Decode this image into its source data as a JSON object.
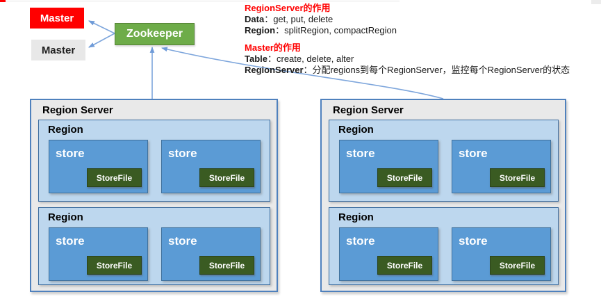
{
  "zookeeper": {
    "label": "Zookeeper"
  },
  "masters": [
    {
      "label": "Master",
      "variant": "active-red"
    },
    {
      "label": "Master",
      "variant": "backup-gray"
    }
  ],
  "notes": [
    {
      "title": "RegionServer的作用",
      "lines": [
        {
          "term": "Data",
          "desc": "：get, put, delete"
        },
        {
          "term": "Region",
          "desc": "：splitRegion, compactRegion"
        }
      ]
    },
    {
      "title": "Master的作用",
      "lines": [
        {
          "term": "Table",
          "desc": "：create, delete, alter"
        },
        {
          "term": "RegionServer",
          "desc": "：分配regions到每个RegionServer，监控每个RegionServer的状态"
        }
      ]
    }
  ],
  "servers": [
    {
      "label": "Region Server",
      "regions": [
        {
          "label": "Region",
          "stores": [
            {
              "label": "store",
              "file": "StoreFile"
            },
            {
              "label": "store",
              "file": "StoreFile"
            }
          ]
        },
        {
          "label": "Region",
          "stores": [
            {
              "label": "store",
              "file": "StoreFile"
            },
            {
              "label": "store",
              "file": "StoreFile"
            }
          ]
        }
      ]
    },
    {
      "label": "Region Server",
      "regions": [
        {
          "label": "Region",
          "stores": [
            {
              "label": "store",
              "file": "StoreFile"
            },
            {
              "label": "store",
              "file": "StoreFile"
            }
          ]
        },
        {
          "label": "Region",
          "stores": [
            {
              "label": "store",
              "file": "StoreFile"
            },
            {
              "label": "store",
              "file": "StoreFile"
            }
          ]
        }
      ]
    }
  ],
  "colors": {
    "master_active_bg": "#FF0000",
    "master_active_text": "#FFFFFF",
    "master_backup_bg": "#E8E8E8",
    "master_backup_text": "#1F1F1F",
    "zookeeper_bg": "#6EAC49",
    "zookeeper_border": "#548235",
    "zookeeper_text": "#FFFFFF",
    "arrow": "#7EA6DC",
    "server_bg": "#E9E9E9",
    "server_border": "#4F81BD",
    "region_bg": "#BDD7EE",
    "region_border": "#3A6B9E",
    "store_bg": "#5B9BD5",
    "store_border": "#41719C",
    "storefile_bg": "#3A5B22",
    "storefile_border": "#2B431A",
    "note_heading_text": "#FF0000"
  }
}
